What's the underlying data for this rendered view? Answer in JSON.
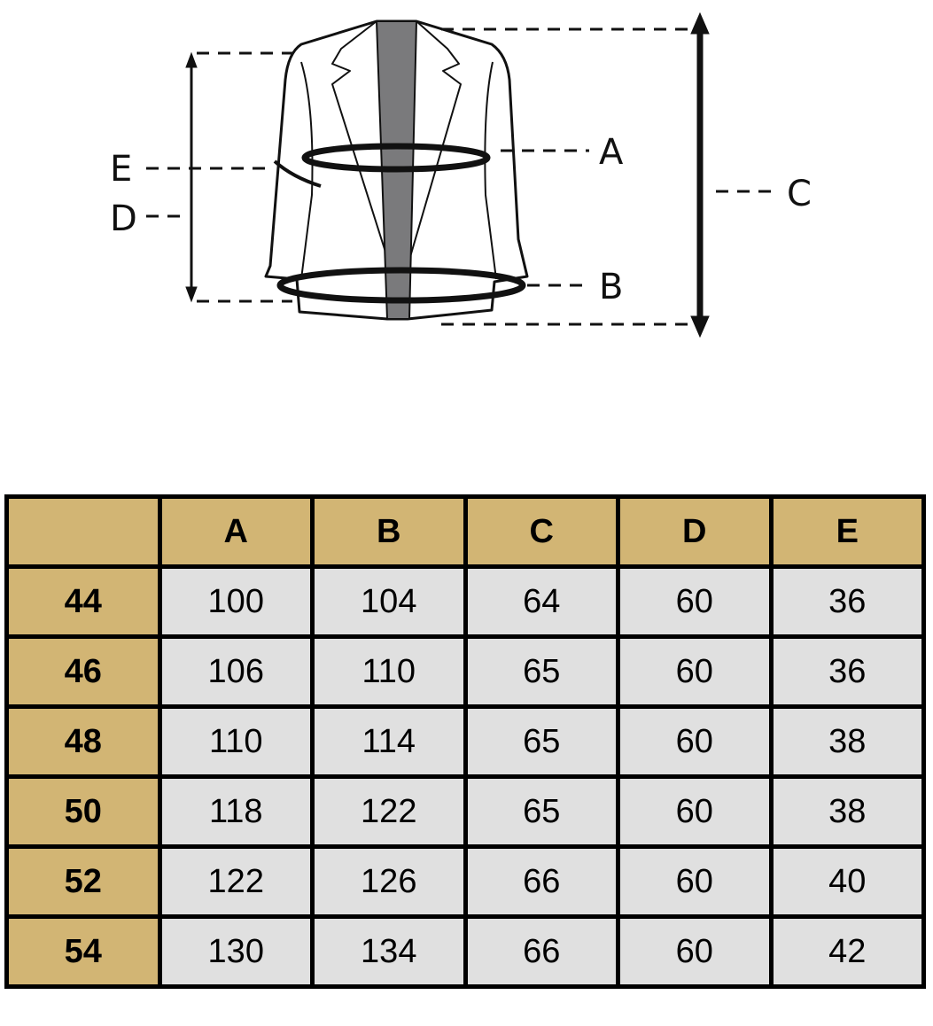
{
  "diagram": {
    "labels": {
      "A": "A",
      "B": "B",
      "C": "C",
      "D": "D",
      "E": "E"
    }
  },
  "table": {
    "headers": [
      "",
      "A",
      "B",
      "C",
      "D",
      "E"
    ],
    "rows": [
      {
        "size": "44",
        "values": [
          "100",
          "104",
          "64",
          "60",
          "36"
        ]
      },
      {
        "size": "46",
        "values": [
          "106",
          "110",
          "65",
          "60",
          "36"
        ]
      },
      {
        "size": "48",
        "values": [
          "110",
          "114",
          "65",
          "60",
          "38"
        ]
      },
      {
        "size": "50",
        "values": [
          "118",
          "122",
          "65",
          "60",
          "38"
        ]
      },
      {
        "size": "52",
        "values": [
          "122",
          "126",
          "66",
          "60",
          "40"
        ]
      },
      {
        "size": "54",
        "values": [
          "130",
          "134",
          "66",
          "60",
          "42"
        ]
      }
    ]
  },
  "colors": {
    "header": "#D2B574",
    "cell": "#E0E0E0",
    "border": "#000000"
  }
}
